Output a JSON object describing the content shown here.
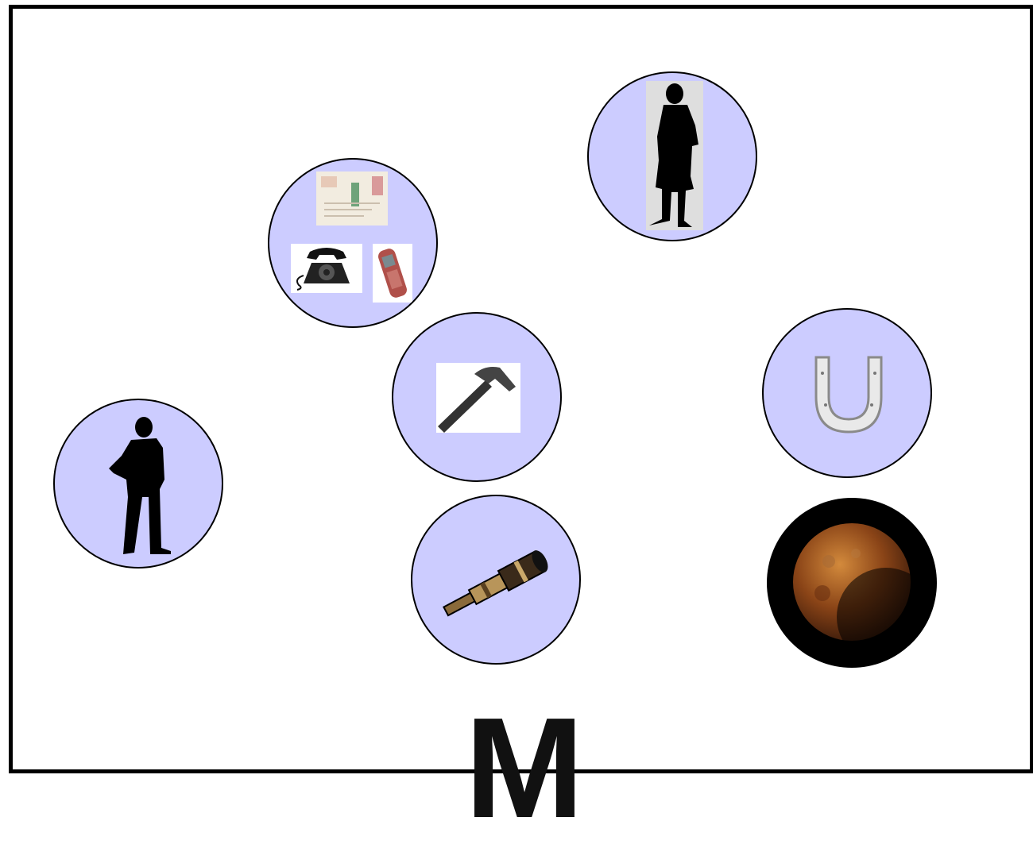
{
  "colors": {
    "node_fill": "#ccccff",
    "frame": "#000000",
    "moon_ring": "#000000"
  },
  "nodes": [
    {
      "name": "man-silhouette-node",
      "icon": "man-silhouette-icon"
    },
    {
      "name": "communication-node",
      "icons": [
        "letter-icon",
        "rotary-telephone-icon",
        "mobile-phone-icon"
      ]
    },
    {
      "name": "hammer-node",
      "icon": "hammer-icon"
    },
    {
      "name": "telescope-node",
      "icon": "telescope-icon"
    },
    {
      "name": "woman-silhouette-node",
      "icon": "woman-silhouette-icon"
    },
    {
      "name": "horseshoe-node",
      "icon": "horseshoe-icon"
    },
    {
      "name": "moon-node",
      "icon": "lunar-eclipse-icon"
    }
  ],
  "caption": {
    "letter": "M"
  }
}
